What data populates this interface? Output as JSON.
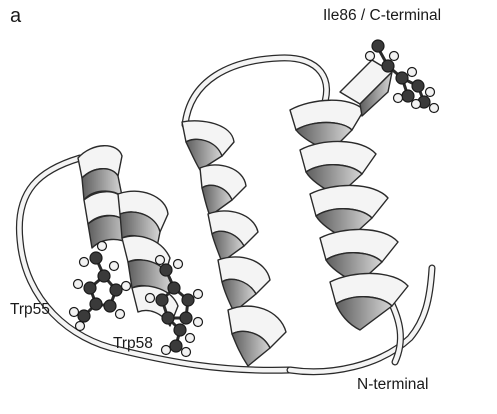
{
  "figure": {
    "panel_label": "a",
    "labels": {
      "ile86": "Ile86 / C-terminal",
      "trp55": "Trp55",
      "trp58": "Trp58",
      "n_terminal": "N-terminal"
    }
  },
  "colors": {
    "ribbon_light": "#f4f4f4",
    "ribbon_dark": "#7a7a7a",
    "outline": "#2a2a2a",
    "atom_dark": "#2d2d2d",
    "atom_light": "#f2f2f2"
  }
}
